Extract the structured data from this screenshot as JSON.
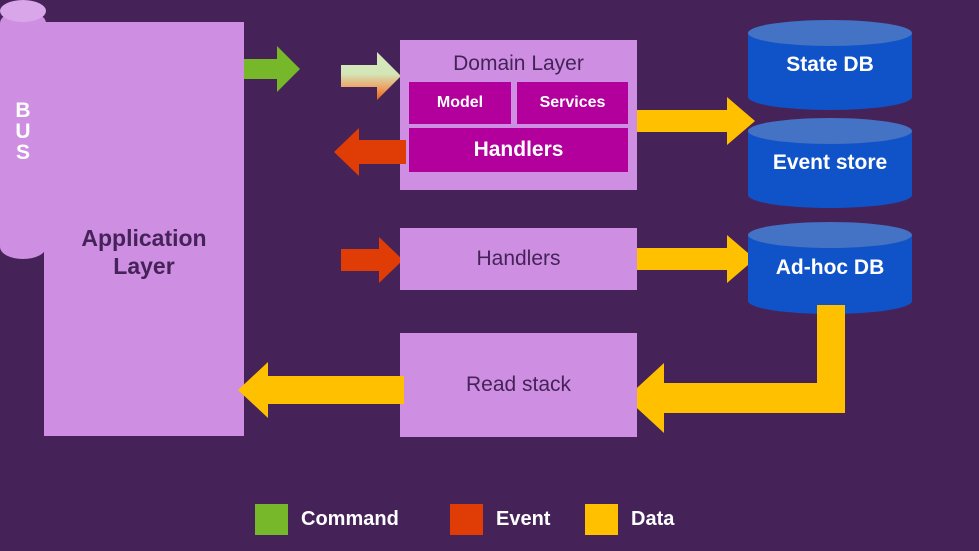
{
  "diagram": {
    "title": "CQRS / Event Sourcing architecture diagram",
    "background_color": "#452359"
  },
  "application_layer": {
    "label": "Application\nLayer",
    "label_line1": "Application",
    "label_line2": "Layer",
    "color": "#CE8FE3"
  },
  "bus": {
    "letters": [
      "B",
      "U",
      "S"
    ],
    "label": "BUS",
    "color": "#CE8FE3"
  },
  "domain_layer": {
    "title": "Domain Layer",
    "color": "#CE8FE3",
    "blocks": [
      {
        "label": "Model",
        "color": "#B3009D"
      },
      {
        "label": "Services",
        "color": "#B3009D"
      },
      {
        "label": "Handlers",
        "color": "#B3009D"
      }
    ]
  },
  "middle_handlers": {
    "label": "Handlers",
    "color": "#CE8FE3"
  },
  "read_stack": {
    "label": "Read stack",
    "color": "#CE8FE3"
  },
  "databases": [
    {
      "label": "State DB",
      "color": "#1053C8",
      "top_color": "#4472C4"
    },
    {
      "label": "Event store",
      "color": "#1053C8",
      "top_color": "#4472C4"
    },
    {
      "label": "Ad-hoc DB",
      "color": "#1053C8",
      "top_color": "#4472C4"
    }
  ],
  "legend": {
    "items": [
      {
        "label": "Command",
        "color": "#76B82A"
      },
      {
        "label": "Event",
        "color": "#E03C06"
      },
      {
        "label": "Data",
        "color": "#FFC000"
      }
    ]
  },
  "arrows": {
    "colors": {
      "command": "#76B82A",
      "event": "#E03C06",
      "data": "#FFC000",
      "command_to_event_gradient_start": "#CDE5B0",
      "command_to_event_gradient_end": "#E06A12"
    },
    "flows": [
      {
        "name": "app-to-bus",
        "kind": "command"
      },
      {
        "name": "bus-to-domain",
        "kind": "command-event-gradient"
      },
      {
        "name": "domain-to-bus",
        "kind": "event"
      },
      {
        "name": "bus-to-handlers",
        "kind": "event"
      },
      {
        "name": "domain-to-stores",
        "kind": "data"
      },
      {
        "name": "handlers-to-adhoc",
        "kind": "data"
      },
      {
        "name": "adhoc-to-readstack",
        "kind": "data"
      },
      {
        "name": "readstack-to-app",
        "kind": "data"
      }
    ]
  }
}
